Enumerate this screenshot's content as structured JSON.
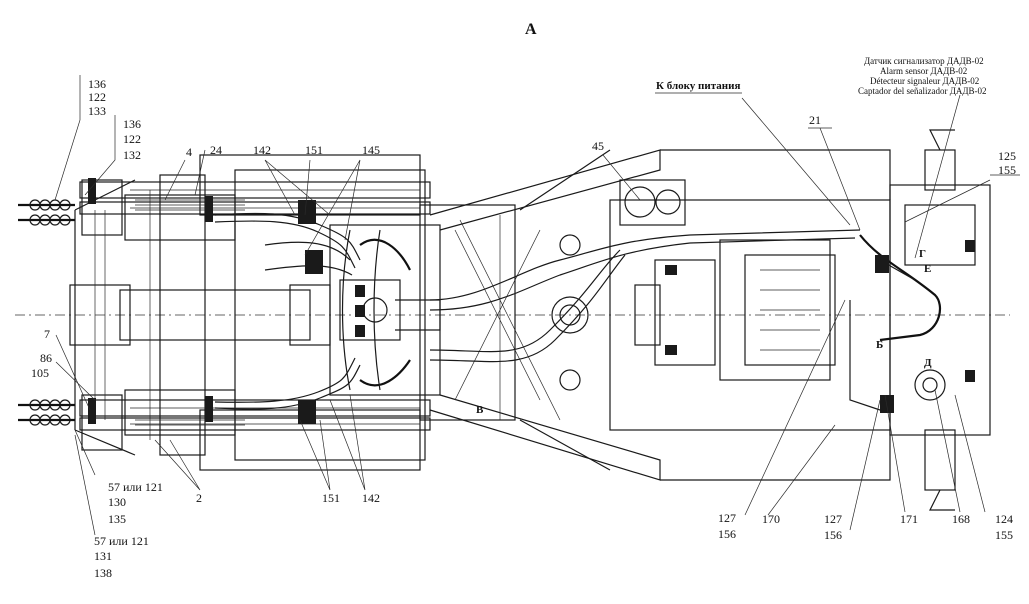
{
  "view_title": "А",
  "power_block_label": "К блоку питания",
  "sensor_labels": [
    "Датчик сигнализатор ДАДВ-02",
    "Alarm sensor ДАДВ-02",
    "Détecteur signaleur ДАДВ-02",
    "Captador del señalizador ДАДВ-02"
  ],
  "callouts": {
    "c136a": "136",
    "c122a": "122",
    "c133": "133",
    "c136b": "136",
    "c122b": "122",
    "c132": "132",
    "c4": "4",
    "c24": "24",
    "c142top": "142",
    "c151top": "151",
    "c145": "145",
    "c45": "45",
    "c21": "21",
    "c125": "125",
    "c155top": "155",
    "c7": "7",
    "c86": "86",
    "c105": "105",
    "c57a": "57 или 121",
    "c130": "130",
    "c135": "135",
    "c57b": "57 или 121",
    "c131": "131",
    "c138": "138",
    "c2": "2",
    "c151bot": "151",
    "c142bot": "142",
    "c127a": "127",
    "c156a": "156",
    "c170": "170",
    "c127b": "127",
    "c156b": "156",
    "c171": "171",
    "c168": "168",
    "c124": "124",
    "c155bot": "155"
  },
  "zone_letters": {
    "v": "В",
    "g": "Г",
    "e": "Е",
    "b": "Б",
    "d": "Д"
  }
}
